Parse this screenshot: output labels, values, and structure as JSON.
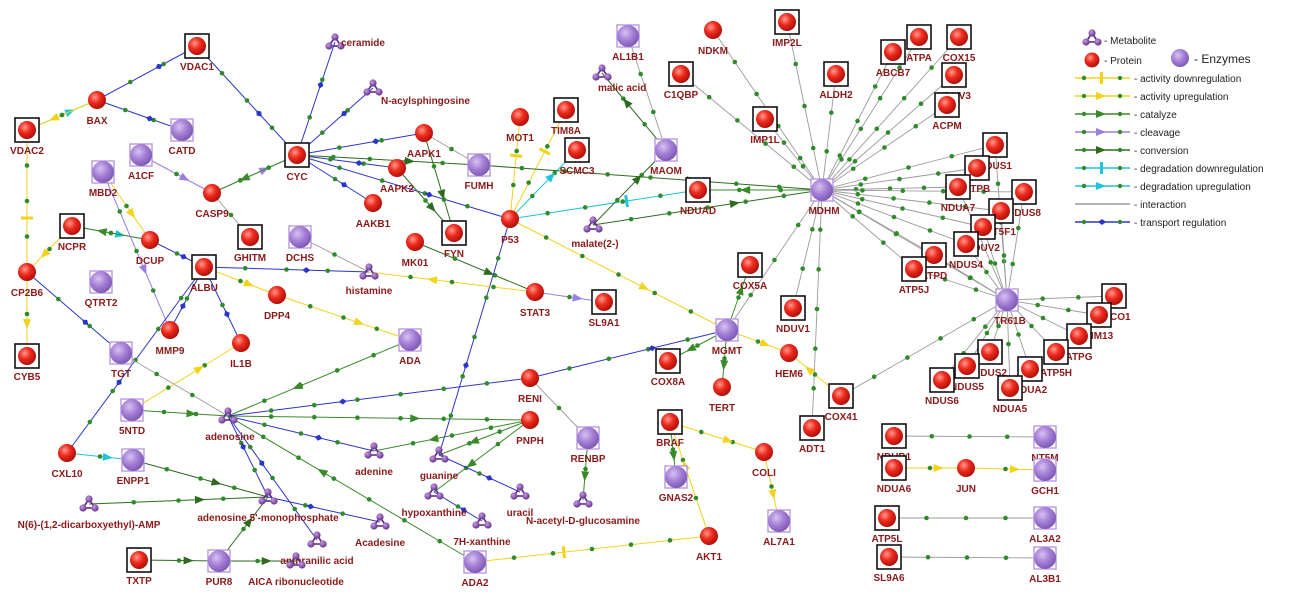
{
  "colors": {
    "protein": "#e8231c",
    "enzyme": "#a57fd6",
    "metabolite": "#7b3aa8",
    "label": "#8b1a1a",
    "activity_downregulation": "#f2d21b",
    "activity_upregulation": "#f2d21b",
    "catalyze": "#3a8a2a",
    "cleavage": "#9b7fe0",
    "conversion": "#2e6b1e",
    "degradation_downregulation": "#1fc4d8",
    "degradation_upregulation": "#1fc4d8",
    "interaction": "#9a9a9a",
    "transport_regulation": "#2b35c8"
  },
  "legend": {
    "metabolite": "- Metabolite",
    "protein": "- Protein",
    "enzymes": "- Enzymes",
    "items": [
      {
        "key": "activity_downregulation",
        "label": "- activity downregulation",
        "icon": "bar-icon"
      },
      {
        "key": "activity_upregulation",
        "label": "- activity upregulation",
        "icon": "arrowhead-icon"
      },
      {
        "key": "catalyze",
        "label": "- catalyze",
        "icon": "arrowhead-icon"
      },
      {
        "key": "cleavage",
        "label": "- cleavage",
        "icon": "arrowhead-icon"
      },
      {
        "key": "conversion",
        "label": "- conversion",
        "icon": "arrowhead-icon"
      },
      {
        "key": "degradation_downregulation",
        "label": "- degradation downregulation",
        "icon": "bar-icon"
      },
      {
        "key": "degradation_upregulation",
        "label": "- degradation upregulation",
        "icon": "arrowhead-icon"
      },
      {
        "key": "interaction",
        "label": "- interaction",
        "icon": "none"
      },
      {
        "key": "transport_regulation",
        "label": "- transport regulation",
        "icon": "diamond-icon"
      }
    ]
  },
  "nodes": [
    {
      "id": "VDAC1",
      "type": "protein",
      "boxed": true
    },
    {
      "id": "BAX",
      "type": "protein"
    },
    {
      "id": "CATD",
      "type": "enzyme"
    },
    {
      "id": "VDAC2",
      "type": "protein",
      "boxed": true
    },
    {
      "id": "ceramide",
      "type": "metabolite"
    },
    {
      "id": "N-acylsphingosine",
      "type": "metabolite"
    },
    {
      "id": "CYC",
      "type": "protein",
      "boxed": true
    },
    {
      "id": "A1CF",
      "type": "enzyme"
    },
    {
      "id": "MBD2",
      "type": "enzyme"
    },
    {
      "id": "CASP9",
      "type": "protein"
    },
    {
      "id": "NCPR",
      "type": "protein",
      "boxed": true
    },
    {
      "id": "DCUP",
      "type": "protein"
    },
    {
      "id": "CP2B6",
      "type": "protein"
    },
    {
      "id": "CYB5",
      "type": "protein",
      "boxed": true
    },
    {
      "id": "QTRT2",
      "type": "enzyme"
    },
    {
      "id": "ALBU",
      "type": "protein",
      "boxed": true
    },
    {
      "id": "GHITM",
      "type": "protein",
      "boxed": true
    },
    {
      "id": "DCHS",
      "type": "enzyme"
    },
    {
      "id": "DPP4",
      "type": "protein"
    },
    {
      "id": "MMP9",
      "type": "protein"
    },
    {
      "id": "IL1B",
      "type": "protein"
    },
    {
      "id": "TGT",
      "type": "enzyme"
    },
    {
      "id": "5NTD",
      "type": "enzyme"
    },
    {
      "id": "CXL10",
      "type": "protein"
    },
    {
      "id": "ENPP1",
      "type": "enzyme"
    },
    {
      "id": "AAPK1",
      "type": "protein"
    },
    {
      "id": "AAPK2",
      "type": "protein"
    },
    {
      "id": "AAKB1",
      "type": "protein"
    },
    {
      "id": "MK01",
      "type": "protein"
    },
    {
      "id": "FUMH",
      "type": "enzyme"
    },
    {
      "id": "FYN",
      "type": "protein",
      "boxed": true
    },
    {
      "id": "histamine",
      "type": "metabolite"
    },
    {
      "id": "ADA",
      "type": "enzyme"
    },
    {
      "id": "adenosine",
      "type": "metabolite"
    },
    {
      "id": "N(6)-(1,2-dicarboxyethyl)-AMP",
      "type": "metabolite"
    },
    {
      "id": "adenosine 5'-monophosphate",
      "type": "metabolite"
    },
    {
      "id": "Acadesine",
      "type": "metabolite"
    },
    {
      "id": "anthranilic acid",
      "type": "metabolite"
    },
    {
      "id": "TXTP",
      "type": "protein",
      "boxed": true
    },
    {
      "id": "PUR8",
      "type": "enzyme"
    },
    {
      "id": "AICA ribonucleotide",
      "type": "metabolite"
    },
    {
      "id": "adenine",
      "type": "metabolite"
    },
    {
      "id": "guanine",
      "type": "metabolite"
    },
    {
      "id": "hypoxanthine",
      "type": "metabolite"
    },
    {
      "id": "uracil",
      "type": "metabolite"
    },
    {
      "id": "7H-xanthine",
      "type": "metabolite"
    },
    {
      "id": "ADA2",
      "type": "enzyme"
    },
    {
      "id": "MOT1",
      "type": "protein"
    },
    {
      "id": "TIM8A",
      "type": "protein",
      "boxed": true
    },
    {
      "id": "SCMC3",
      "type": "protein",
      "boxed": true
    },
    {
      "id": "P53",
      "type": "protein"
    },
    {
      "id": "malate(2-)",
      "type": "metabolite"
    },
    {
      "id": "STAT3",
      "type": "protein"
    },
    {
      "id": "SL9A1",
      "type": "protein",
      "boxed": true
    },
    {
      "id": "RENI",
      "type": "protein"
    },
    {
      "id": "PNPH",
      "type": "protein"
    },
    {
      "id": "RENBP",
      "type": "enzyme"
    },
    {
      "id": "N-acetyl-D-glucosamine",
      "type": "metabolite"
    },
    {
      "id": "AKT1",
      "type": "protein"
    },
    {
      "id": "AL1B1",
      "type": "enzyme"
    },
    {
      "id": "malic acid",
      "type": "metabolite"
    },
    {
      "id": "NDKM",
      "type": "protein"
    },
    {
      "id": "IMP2L",
      "type": "protein",
      "boxed": true
    },
    {
      "id": "C1QBP",
      "type": "protein",
      "boxed": true
    },
    {
      "id": "ALDH2",
      "type": "protein",
      "boxed": true
    },
    {
      "id": "IMP1L",
      "type": "protein",
      "boxed": true
    },
    {
      "id": "MAOM",
      "type": "enzyme"
    },
    {
      "id": "NDUAD",
      "type": "protein",
      "boxed": true
    },
    {
      "id": "MDHM",
      "type": "enzyme"
    },
    {
      "id": "COX5A",
      "type": "protein",
      "boxed": true
    },
    {
      "id": "MGMT",
      "type": "enzyme"
    },
    {
      "id": "COX8A",
      "type": "protein",
      "boxed": true
    },
    {
      "id": "TERT",
      "type": "protein"
    },
    {
      "id": "HEM6",
      "type": "protein"
    },
    {
      "id": "BRAF",
      "type": "protein",
      "boxed": true
    },
    {
      "id": "COLI",
      "type": "protein"
    },
    {
      "id": "GNAS2",
      "type": "enzyme"
    },
    {
      "id": "AL7A1",
      "type": "enzyme"
    },
    {
      "id": "NDUV1",
      "type": "protein",
      "boxed": true
    },
    {
      "id": "ADT1",
      "type": "protein",
      "boxed": true
    },
    {
      "id": "COX41",
      "type": "protein",
      "boxed": true
    },
    {
      "id": "ABCB7",
      "type": "protein",
      "boxed": true
    },
    {
      "id": "ATPA",
      "type": "protein",
      "boxed": true
    },
    {
      "id": "COX15",
      "type": "protein",
      "boxed": true
    },
    {
      "id": "NDUV3",
      "type": "protein",
      "boxed": true
    },
    {
      "id": "ACPM",
      "type": "protein",
      "boxed": true
    },
    {
      "id": "NDUS1",
      "type": "protein",
      "boxed": true
    },
    {
      "id": "ATPB",
      "type": "protein",
      "boxed": true
    },
    {
      "id": "NDUA7",
      "type": "protein",
      "boxed": true
    },
    {
      "id": "NDUS8",
      "type": "protein",
      "boxed": true
    },
    {
      "id": "AT5F1",
      "type": "protein",
      "boxed": true
    },
    {
      "id": "NDUV2",
      "type": "protein",
      "boxed": true
    },
    {
      "id": "NDUS4",
      "type": "protein",
      "boxed": true
    },
    {
      "id": "ATPD",
      "type": "protein",
      "boxed": true
    },
    {
      "id": "ATP5J",
      "type": "protein",
      "boxed": true
    },
    {
      "id": "TR61B",
      "type": "enzyme"
    },
    {
      "id": "TACO1",
      "type": "protein",
      "boxed": true
    },
    {
      "id": "TIM13",
      "type": "protein",
      "boxed": true
    },
    {
      "id": "ATPG",
      "type": "protein",
      "boxed": true
    },
    {
      "id": "ATP5H",
      "type": "protein",
      "boxed": true
    },
    {
      "id": "NDUS2",
      "type": "protein",
      "boxed": true
    },
    {
      "id": "NDUA2",
      "type": "protein",
      "boxed": true
    },
    {
      "id": "NDUS5",
      "type": "protein",
      "boxed": true
    },
    {
      "id": "NDUS6",
      "type": "protein",
      "boxed": true
    },
    {
      "id": "NDUA5",
      "type": "protein",
      "boxed": true
    },
    {
      "id": "NDUB1",
      "type": "protein",
      "boxed": true
    },
    {
      "id": "NT5M",
      "type": "enzyme"
    },
    {
      "id": "NDUA6",
      "type": "protein",
      "boxed": true
    },
    {
      "id": "JUN",
      "type": "protein"
    },
    {
      "id": "GCH1",
      "type": "enzyme"
    },
    {
      "id": "ATP5L",
      "type": "protein",
      "boxed": true
    },
    {
      "id": "AL3A2",
      "type": "enzyme"
    },
    {
      "id": "SL9A6",
      "type": "protein",
      "boxed": true
    },
    {
      "id": "AL3B1",
      "type": "enzyme"
    }
  ],
  "edges": [
    [
      "VDAC1",
      "CYC",
      "transport_regulation"
    ],
    [
      "BAX",
      "VDAC1",
      "transport_regulation"
    ],
    [
      "BAX",
      "CATD",
      "transport_regulation"
    ],
    [
      "VDAC2",
      "BAX",
      "degradation_upregulation"
    ],
    [
      "BAX",
      "VDAC2",
      "activity_upregulation"
    ],
    [
      "CYC",
      "ceramide",
      "transport_regulation"
    ],
    [
      "CYC",
      "N-acylsphingosine",
      "transport_regulation"
    ],
    [
      "A1CF",
      "CASP9",
      "cleavage"
    ],
    [
      "CASP9",
      "CYC",
      "cleavage"
    ],
    [
      "CYC",
      "CASP9",
      "catalyze"
    ],
    [
      "MBD2",
      "DCUP",
      "activity_upregulation"
    ],
    [
      "NCPR",
      "DCUP",
      "degradation_upregulation"
    ],
    [
      "DCUP",
      "NCPR",
      "catalyze"
    ],
    [
      "DCUP",
      "ALBU",
      "transport_regulation"
    ],
    [
      "VDAC2",
      "CP2B6",
      "activity_downregulation"
    ],
    [
      "NCPR",
      "CP2B6",
      "activity_upregulation"
    ],
    [
      "CP2B6",
      "CYB5",
      "activity_upregulation"
    ],
    [
      "CP2B6",
      "TGT",
      "transport_regulation"
    ],
    [
      "ALBU",
      "DPP4",
      "activity_upregulation"
    ],
    [
      "ALBU",
      "histamine",
      "transport_regulation"
    ],
    [
      "ALBU",
      "IL1B",
      "transport_regulation"
    ],
    [
      "ALBU",
      "MMP9",
      "transport_regulation"
    ],
    [
      "MBD2",
      "MMP9",
      "cleavage"
    ],
    [
      "ALBU",
      "CXL10",
      "transport_regulation"
    ],
    [
      "CXL10",
      "ENPP1",
      "degradation_upregulation"
    ],
    [
      "CYC",
      "AAPK1",
      "transport_regulation"
    ],
    [
      "CYC",
      "AAPK2",
      "transport_regulation"
    ],
    [
      "CYC",
      "AAKB1",
      "transport_regulation"
    ],
    [
      "CYC",
      "FUMH",
      "conversion"
    ],
    [
      "CYC",
      "P53",
      "transport_regulation"
    ],
    [
      "AAPK1",
      "FYN",
      "conversion"
    ],
    [
      "AAPK2",
      "FYN",
      "conversion"
    ],
    [
      "DCHS",
      "histamine",
      "interaction"
    ],
    [
      "GHITM",
      "CASP9",
      "interaction"
    ],
    [
      "MK01",
      "STAT3",
      "conversion"
    ],
    [
      "DPP4",
      "ADA",
      "activity_upregulation"
    ],
    [
      "ADA",
      "adenosine",
      "catalyze"
    ],
    [
      "TGT",
      "adenosine",
      "interaction"
    ],
    [
      "5NTD",
      "adenosine",
      "catalyze"
    ],
    [
      "5NTD",
      "IL1B",
      "activity_upregulation"
    ],
    [
      "adenosine",
      "adenine",
      "transport_regulation"
    ],
    [
      "adenosine",
      "PNPH",
      "catalyze"
    ],
    [
      "RENI",
      "adenosine",
      "transport_regulation"
    ],
    [
      "adenosine 5'-monophosphate",
      "adenosine",
      "transport_regulation"
    ],
    [
      "N(6)-(1,2-dicarboxyethyl)-AMP",
      "adenosine 5'-monophosphate",
      "conversion"
    ],
    [
      "PUR8",
      "adenosine 5'-monophosphate",
      "conversion"
    ],
    [
      "PUR8",
      "AICA ribonucleotide",
      "conversion"
    ],
    [
      "TXTP",
      "PUR8",
      "conversion"
    ],
    [
      "ENPP1",
      "adenosine 5'-monophosphate",
      "conversion"
    ],
    [
      "Acadesine",
      "adenosine 5'-monophosphate",
      "transport_regulation"
    ],
    [
      "anthranilic acid",
      "adenosine",
      "transport_regulation"
    ],
    [
      "PNPH",
      "guanine",
      "catalyze"
    ],
    [
      "PNPH",
      "adenine",
      "catalyze"
    ],
    [
      "PNPH",
      "hypoxanthine",
      "catalyze"
    ],
    [
      "guanine",
      "uracil",
      "transport_regulation"
    ],
    [
      "hypoxanthine",
      "7H-xanthine",
      "transport_regulation"
    ],
    [
      "ADA2",
      "adenosine",
      "catalyze"
    ],
    [
      "AKT1",
      "ADA2",
      "activity_downregulation"
    ],
    [
      "AKT1",
      "BRAF",
      "activity_upregulation"
    ],
    [
      "RENBP",
      "N-acetyl-D-glucosamine",
      "catalyze"
    ],
    [
      "RENBP",
      "RENI",
      "interaction"
    ],
    [
      "P53",
      "MOT1",
      "activity_downregulation"
    ],
    [
      "P53",
      "TIM8A",
      "activity_downregulation"
    ],
    [
      "P53",
      "SCMC3",
      "degradation_upregulation"
    ],
    [
      "P53",
      "NDUAD",
      "degradation_downregulation"
    ],
    [
      "P53",
      "MGMT",
      "activity_upregulation"
    ],
    [
      "P53",
      "guanine",
      "transport_regulation"
    ],
    [
      "malate(2-)",
      "MAOM",
      "conversion"
    ],
    [
      "malate(2-)",
      "MDHM",
      "conversion"
    ],
    [
      "STAT3",
      "SL9A1",
      "cleavage"
    ],
    [
      "STAT3",
      "histamine",
      "activity_upregulation"
    ],
    [
      "RENI",
      "MGMT",
      "transport_regulation"
    ],
    [
      "MGMT",
      "COX8A",
      "catalyze"
    ],
    [
      "MGMT",
      "COX5A",
      "catalyze"
    ],
    [
      "MGMT",
      "HEM6",
      "activity_upregulation"
    ],
    [
      "MGMT",
      "TERT",
      "catalyze"
    ],
    [
      "MGMT",
      "MDHM",
      "interaction"
    ],
    [
      "BRAF",
      "COLI",
      "activity_upregulation"
    ],
    [
      "BRAF",
      "GNAS2",
      "catalyze"
    ],
    [
      "COLI",
      "AL7A1",
      "activity_upregulation"
    ],
    [
      "MAOM",
      "malic acid",
      "conversion"
    ],
    [
      "MAOM",
      "AL1B1",
      "interaction"
    ],
    [
      "MDHM",
      "NDKM",
      "interaction"
    ],
    [
      "MDHM",
      "IMP2L",
      "interaction"
    ],
    [
      "MDHM",
      "C1QBP",
      "interaction"
    ],
    [
      "MDHM",
      "ALDH2",
      "interaction"
    ],
    [
      "MDHM",
      "IMP1L",
      "interaction"
    ],
    [
      "MDHM",
      "NDUAD",
      "catalyze"
    ],
    [
      "MDHM",
      "ABCB7",
      "interaction"
    ],
    [
      "MDHM",
      "ATPA",
      "interaction"
    ],
    [
      "MDHM",
      "COX15",
      "interaction"
    ],
    [
      "MDHM",
      "NDUV3",
      "interaction"
    ],
    [
      "MDHM",
      "ACPM",
      "interaction"
    ],
    [
      "MDHM",
      "NDUS1",
      "interaction"
    ],
    [
      "MDHM",
      "ATPB",
      "interaction"
    ],
    [
      "MDHM",
      "NDUA7",
      "interaction"
    ],
    [
      "MDHM",
      "NDUS8",
      "interaction"
    ],
    [
      "MDHM",
      "AT5F1",
      "interaction"
    ],
    [
      "MDHM",
      "NDUV2",
      "interaction"
    ],
    [
      "MDHM",
      "NDUS4",
      "interaction"
    ],
    [
      "MDHM",
      "ATPD",
      "interaction"
    ],
    [
      "MDHM",
      "ATP5J",
      "interaction"
    ],
    [
      "MDHM",
      "TR61B",
      "interaction"
    ],
    [
      "MDHM",
      "NDUV1",
      "interaction"
    ],
    [
      "MDHM",
      "ADT1",
      "interaction"
    ],
    [
      "TR61B",
      "TACO1",
      "interaction"
    ],
    [
      "TR61B",
      "TIM13",
      "interaction"
    ],
    [
      "TR61B",
      "ATPG",
      "interaction"
    ],
    [
      "TR61B",
      "ATP5H",
      "interaction"
    ],
    [
      "TR61B",
      "NDUS2",
      "interaction"
    ],
    [
      "TR61B",
      "NDUA2",
      "interaction"
    ],
    [
      "TR61B",
      "NDUS5",
      "interaction"
    ],
    [
      "TR61B",
      "NDUS6",
      "interaction"
    ],
    [
      "TR61B",
      "NDUA5",
      "interaction"
    ],
    [
      "TR61B",
      "COX41",
      "interaction"
    ],
    [
      "TR61B",
      "NDUS1",
      "interaction"
    ],
    [
      "TR61B",
      "NDUS8",
      "interaction"
    ],
    [
      "TR61B",
      "AT5F1",
      "interaction"
    ],
    [
      "TR61B",
      "NDUV2",
      "interaction"
    ],
    [
      "TR61B",
      "NDUS4",
      "interaction"
    ],
    [
      "TR61B",
      "ATPD",
      "interaction"
    ],
    [
      "TR61B",
      "ATP5J",
      "interaction"
    ],
    [
      "TR61B",
      "NDUA7",
      "interaction"
    ],
    [
      "COX41",
      "HEM6",
      "activity_upregulation"
    ],
    [
      "NDUB1",
      "NT5M",
      "interaction"
    ],
    [
      "NDUA6",
      "JUN",
      "activity_upregulation"
    ],
    [
      "JUN",
      "GCH1",
      "activity_upregulation"
    ],
    [
      "ATP5L",
      "AL3A2",
      "interaction"
    ],
    [
      "SL9A6",
      "AL3B1",
      "interaction"
    ],
    [
      "FUMH",
      "MDHM",
      "conversion"
    ],
    [
      "FUMH",
      "AAPK1",
      "interaction"
    ]
  ]
}
